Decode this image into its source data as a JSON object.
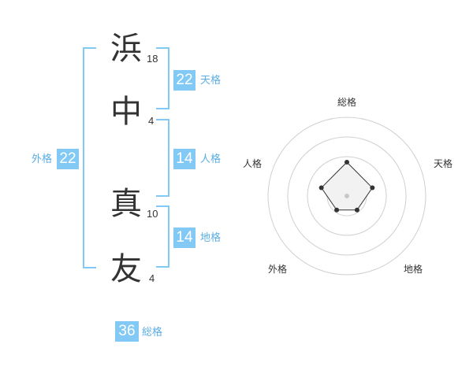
{
  "name": {
    "chars": [
      {
        "char": "浜",
        "strokes": "18"
      },
      {
        "char": "中",
        "strokes": "4"
      },
      {
        "char": "真",
        "strokes": "10"
      },
      {
        "char": "友",
        "strokes": "4"
      }
    ]
  },
  "kakusu": {
    "tenkaku": {
      "value": "22",
      "label": "天格"
    },
    "jinkaku": {
      "value": "14",
      "label": "人格"
    },
    "chikaku": {
      "value": "14",
      "label": "地格"
    },
    "gaikaku": {
      "value": "22",
      "label": "外格"
    },
    "soukaku": {
      "value": "36",
      "label": "総格"
    }
  },
  "colors": {
    "accent": "#82c9f5",
    "accent_text": "#5aaee6",
    "text": "#333333"
  },
  "chart_data": {
    "type": "radar",
    "axes": [
      "総格",
      "天格",
      "地格",
      "外格",
      "人格"
    ],
    "rings": 4,
    "values": [
      0.86,
      0.68,
      0.44,
      0.44,
      0.68
    ],
    "fill": "#f2f2f2"
  }
}
